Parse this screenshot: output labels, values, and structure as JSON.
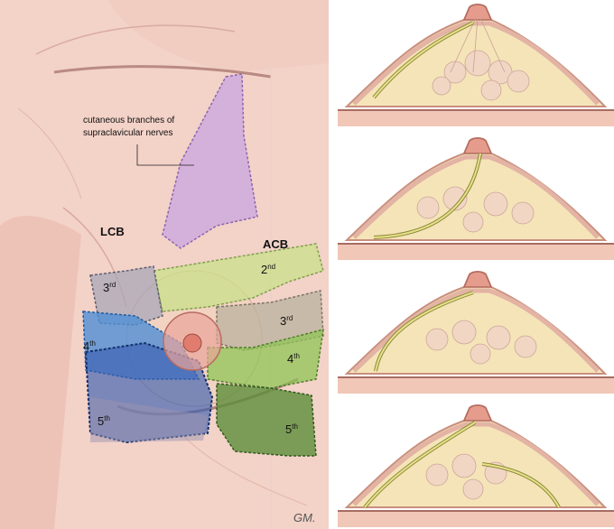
{
  "illustration": {
    "annotation": {
      "line1": "cutaneous branches of",
      "line2": "supraclavicular nerves"
    },
    "groups": {
      "lateral": "LCB",
      "anterior": "ACB"
    },
    "lcb_regions": [
      {
        "num": "3",
        "sup": "rd"
      },
      {
        "num": "4",
        "sup": "th"
      },
      {
        "num": "5",
        "sup": "th"
      }
    ],
    "acb_regions": [
      {
        "num": "2",
        "sup": "nd"
      },
      {
        "num": "3",
        "sup": "rd"
      },
      {
        "num": "4",
        "sup": "th"
      },
      {
        "num": "5",
        "sup": "th"
      }
    ],
    "signature": "GM.",
    "colors": {
      "skin": "#f3cfc4",
      "supraclavicular": "#c9a6e0",
      "lcb_3": "#a8a7b8",
      "lcb_4": "#4f8fd6",
      "lcb_5": "#3a5fb0",
      "acb_2": "#c9e08a",
      "acb_3": "#b9b29d",
      "acb_4": "#8fc455",
      "acb_5": "#5d8f3a",
      "nerve": "#e8e08a",
      "breast_tissue": "#f5e4b8"
    }
  },
  "cross_sections": [
    {
      "variant": "nerve-superficial-lateral"
    },
    {
      "variant": "nerve-through-gland"
    },
    {
      "variant": "nerve-deep-curved"
    },
    {
      "variant": "nerve-deep-branched"
    }
  ]
}
